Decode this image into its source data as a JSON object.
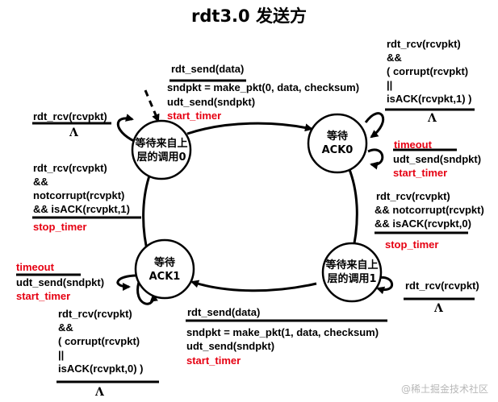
{
  "title": "rdt3.0 发送方",
  "states": {
    "wait_call0": [
      "等待来自上",
      "层的调用0"
    ],
    "wait_ack0": [
      "等待",
      "ACK0"
    ],
    "wait_call1": [
      "等待来自上",
      "层的调用1"
    ],
    "wait_ack1": [
      "等待",
      "ACK1"
    ]
  },
  "transitions": {
    "t_top": {
      "event": "rdt_send(data)",
      "action1": "sndpkt = make_pkt(0, data, checksum)",
      "action2": "udt_send(sndpkt)",
      "action3": "start_timer"
    },
    "t_ack0_loop": {
      "l1": "rdt_rcv(rcvpkt)",
      "l2": "&&",
      "l3": "( corrupt(rcvpkt)",
      "l4": "||",
      "l5": "isACK(rcvpkt,1) )",
      "action": "Λ"
    },
    "t_ack0_timeout": {
      "event": "timeout",
      "action1": "udt_send(sndpkt)",
      "action2": "start_timer"
    },
    "t_right": {
      "l1": "rdt_rcv(rcvpkt)",
      "l2": "&& notcorrupt(rcvpkt)",
      "l3": "&& isACK(rcvpkt,0)",
      "action": "stop_timer"
    },
    "t_call1_loop": {
      "event": "rdt_rcv(rcvpkt)",
      "action": "Λ"
    },
    "t_bottom": {
      "event": "rdt_send(data)",
      "action1": "sndpkt = make_pkt(1, data, checksum)",
      "action2": "udt_send(sndpkt)",
      "action3": "start_timer"
    },
    "t_ack1_loop": {
      "l1": "rdt_rcv(rcvpkt)",
      "l2": "&&",
      "l3": "( corrupt(rcvpkt)",
      "l4": "||",
      "l5": "isACK(rcvpkt,0) )",
      "action": "Λ"
    },
    "t_ack1_timeout": {
      "event": "timeout",
      "action1": "udt_send(sndpkt)",
      "action2": "start_timer"
    },
    "t_left": {
      "l1": "rdt_rcv(rcvpkt)",
      "l2": "&&",
      "l3": "notcorrupt(rcvpkt)",
      "l4": "&& isACK(rcvpkt,1)",
      "action": "stop_timer"
    },
    "t_call0_loop": {
      "event": "rdt_rcv(rcvpkt)",
      "action": "Λ"
    }
  },
  "watermark": "@稀土掘金技术社区",
  "colors": {
    "text": "#000000",
    "action_red": "#e60012",
    "watermark": "#b8b8b8"
  }
}
